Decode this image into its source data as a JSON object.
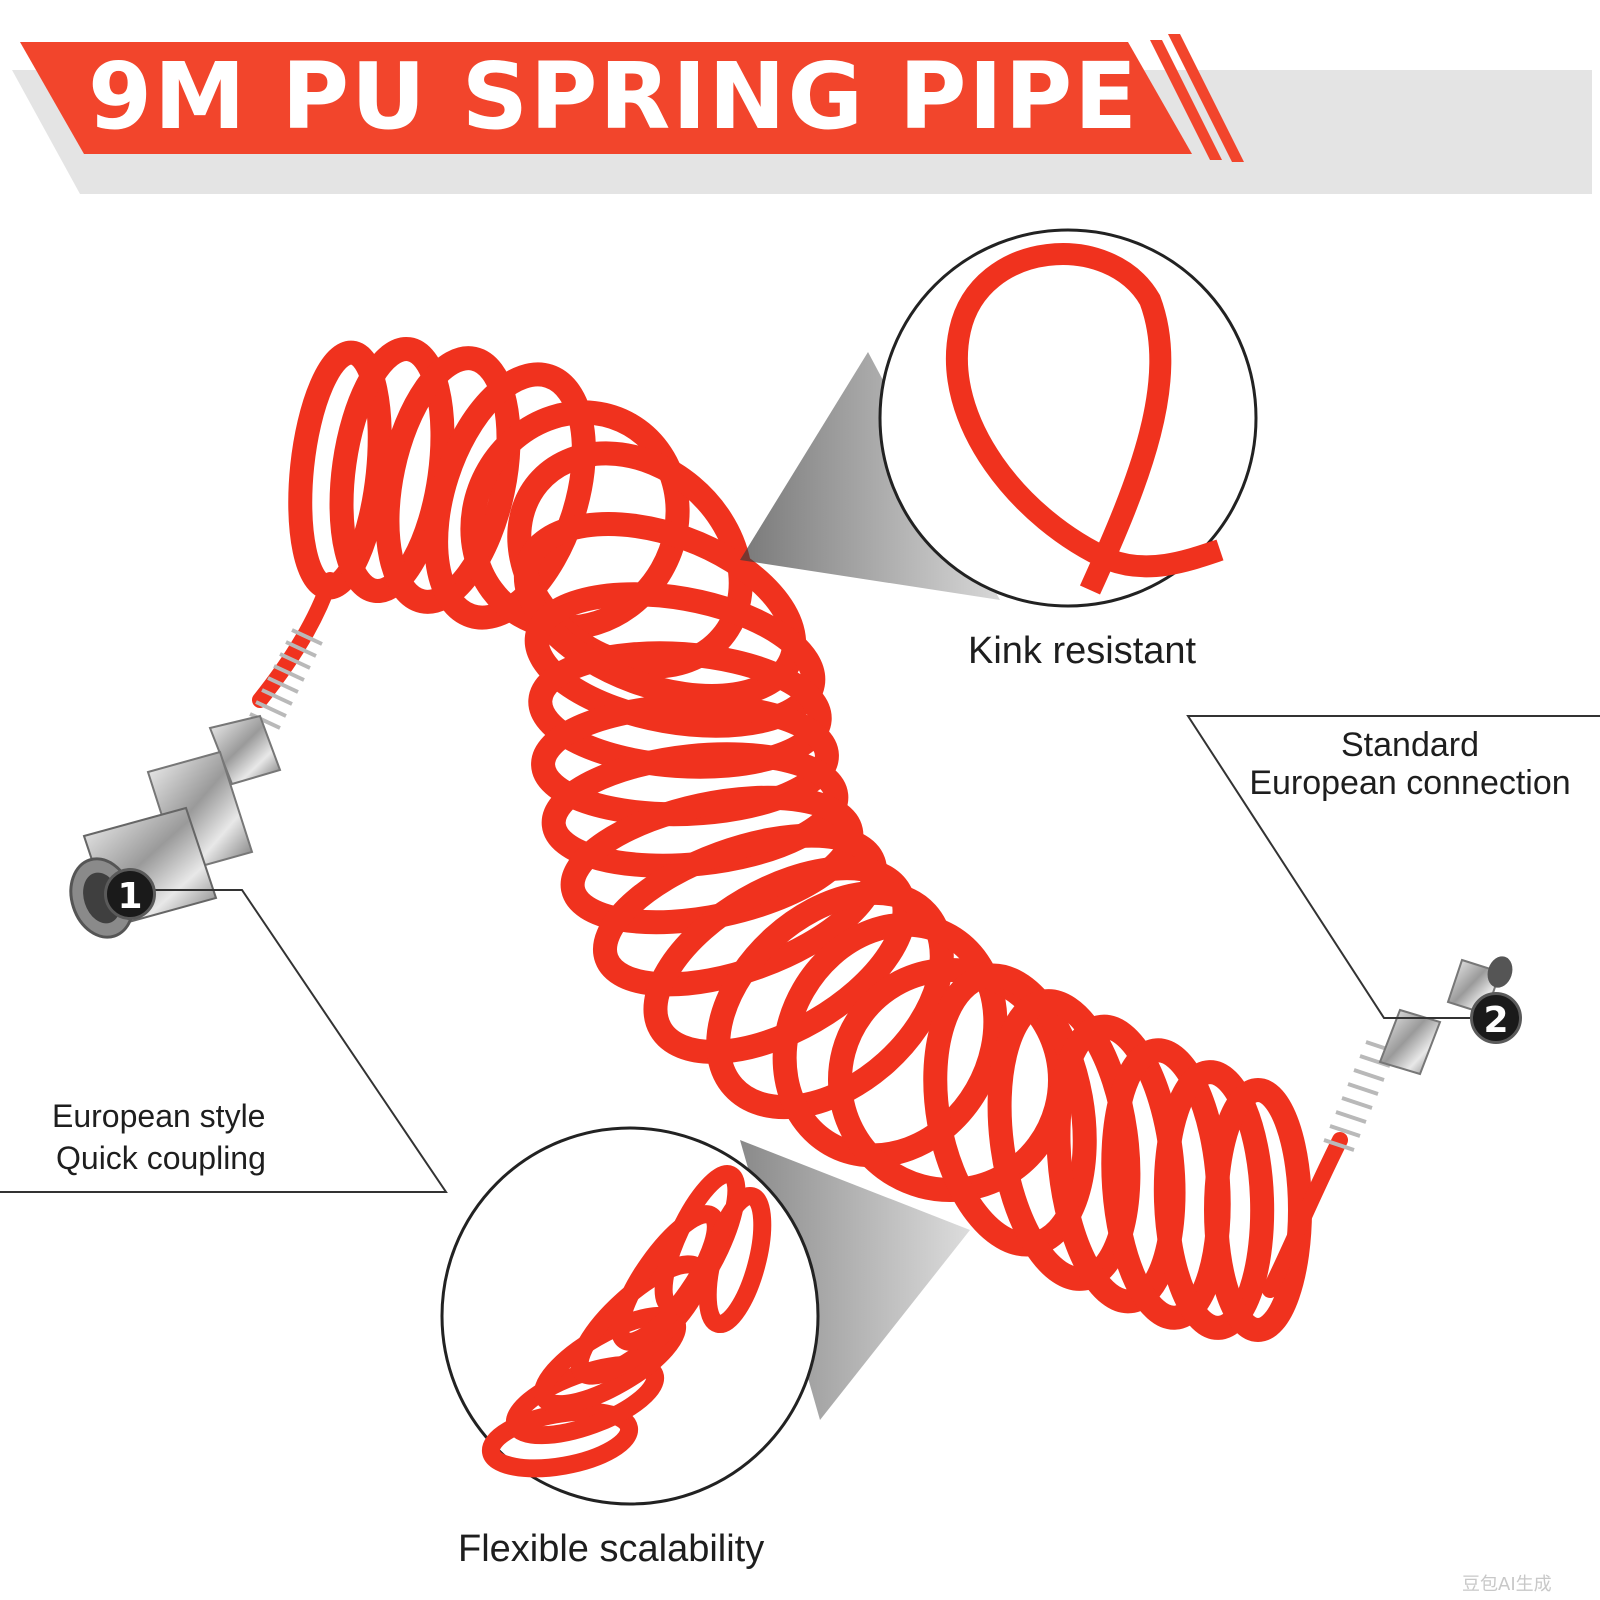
{
  "banner": {
    "title": "9M PU SPRING PIPE",
    "color": "#f2452c",
    "shadow_color": "#e3e3e3"
  },
  "features": {
    "kink": "Kink resistant",
    "standard_line1": "Standard",
    "standard_line2": "European connection",
    "euro_line1": "European style",
    "euro_line2": "Quick coupling",
    "flex": "Flexible scalability"
  },
  "markers": {
    "first": "1",
    "second": "2"
  },
  "hose_color": "#f0321e",
  "watermark": "豆包AI生成"
}
